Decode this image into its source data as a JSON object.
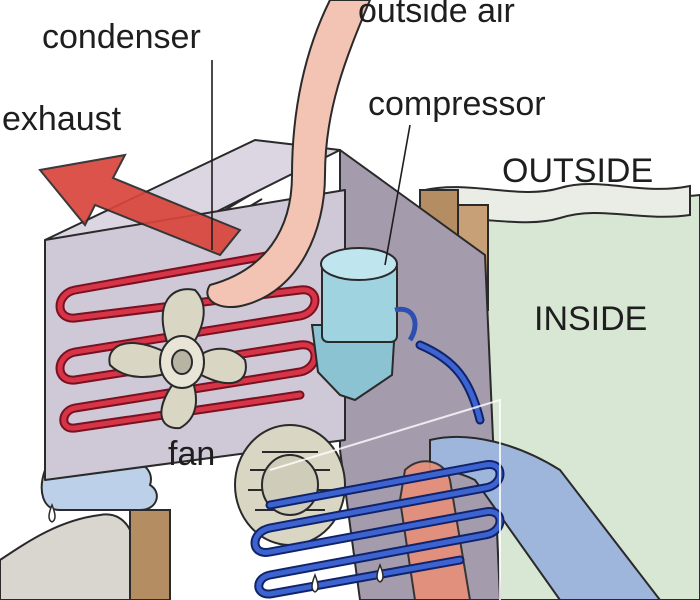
{
  "labels": {
    "condenser": "condenser",
    "outside_air": "outside air",
    "exhaust": "exhaust",
    "compressor": "compressor",
    "outside": "OUTSIDE",
    "inside": "INSIDE",
    "fan": "fan"
  },
  "colors": {
    "background": "#ffffff",
    "unit_body": "#cfc8d6",
    "unit_side": "#a49cad",
    "hot_coil": "#c8283c",
    "cold_coil": "#2d4fb0",
    "outside_air_stream": "#f3c3b3",
    "exhaust_arrow": "#d8453b",
    "cool_air_stream": "#9fb6dc",
    "compressor": "#9fd3e0",
    "inside_wall": "#d8e6d4",
    "wall_post": "#b58d62",
    "fan_blade": "#d9d6c4"
  },
  "icons": [
    "air-conditioner-cutaway-illustration"
  ]
}
